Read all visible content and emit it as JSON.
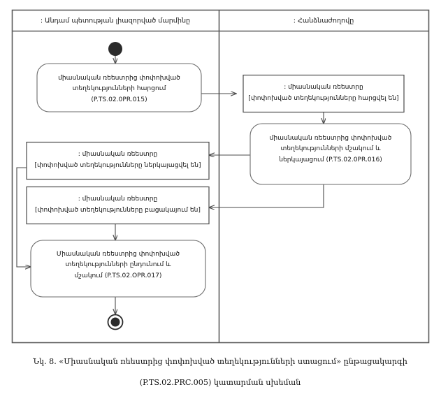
{
  "figure": {
    "caption_line1": "Նկ. 8. «Միասնական ռեեստրից փոփոխված տեղեկությունների ստացում» ընթացակարգի",
    "caption_line2": "(P.TS.02.PRC.005) կատարման սխեման"
  },
  "diagram": {
    "type": "uml-activity-diagram",
    "lanes": [
      {
        "id": "lane-left",
        "title": ": Անդամ պետության լիազորված մարմինը"
      },
      {
        "id": "lane-right",
        "title": ": Հանձնաժողովը"
      }
    ],
    "nodes": {
      "start": {
        "kind": "initial-node",
        "lane": "lane-left"
      },
      "activity1": {
        "kind": "activity",
        "lane": "lane-left",
        "line1": "միասնական ռեեստրից փոփոխված",
        "line2": "տեղեկությունների հարցում",
        "line3": "(P.TS.02.0PR.015)"
      },
      "state1": {
        "kind": "object-state",
        "lane": "lane-right",
        "line1": ": միասնական ռեեստրը",
        "line2": "[փոփոխված տեղեկությունները հարցվել են]"
      },
      "activity2": {
        "kind": "activity",
        "lane": "lane-right",
        "line1": "միասնական ռեեստրից փոփոխված",
        "line2": "տեղեկությունների մշակում և",
        "line3": "ներկայացում (P.TS.02.0PR.016)"
      },
      "state2": {
        "kind": "object-state",
        "lane": "lane-left",
        "line1": ": միասնական ռեեստրը",
        "line2": "[փոփոխված տեղեկությունները ներկայացվել են]"
      },
      "state3": {
        "kind": "object-state",
        "lane": "lane-left",
        "line1": ": միասնական ռեեստրը",
        "line2": "[փոփոխված տեղեկությունները բացակայում են]"
      },
      "activity3": {
        "kind": "activity",
        "lane": "lane-left",
        "line1": "Միասնական ռեեստրից փոփոխված",
        "line2": "տեղեկությունների ընդունում և",
        "line3": "մշակում (P.TS.02.OPR.017)"
      },
      "end": {
        "kind": "final-node",
        "lane": "lane-left"
      }
    },
    "edges": [
      {
        "from": "start",
        "to": "activity1"
      },
      {
        "from": "activity1",
        "to": "state1"
      },
      {
        "from": "state1",
        "to": "activity2"
      },
      {
        "from": "activity2",
        "to": "state2"
      },
      {
        "from": "activity2",
        "to": "state3"
      },
      {
        "from": "state2",
        "to": "activity3"
      },
      {
        "from": "state3",
        "to": "activity3"
      },
      {
        "from": "activity3",
        "to": "end"
      }
    ]
  },
  "colors": {
    "frame_stroke": "#5a5a5a",
    "box_stroke": "#6b6b6b",
    "flow_stroke": "#4a4a4a",
    "node_fill": "#2b2b2b",
    "background": "#ffffff",
    "text": "#141414"
  }
}
